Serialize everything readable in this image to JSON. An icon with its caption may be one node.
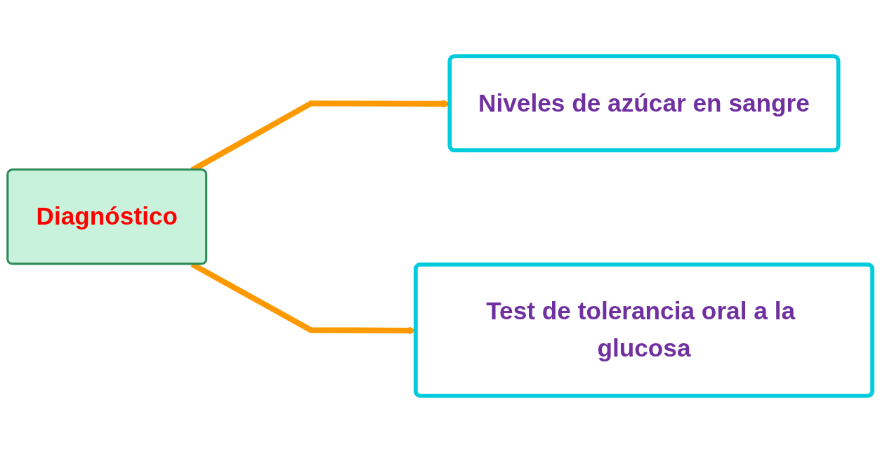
{
  "diagram": {
    "nodes": [
      {
        "text": [
          "Diagnóstico"
        ]
      },
      {
        "text": [
          "Niveles de azúcar en sangre"
        ]
      },
      {
        "text": [
          "Test de tolerancia oral a la glucosa"
        ]
      }
    ],
    "edges": [
      {
        "from": 0,
        "to": 1,
        "arrow": "to"
      },
      {
        "from": 0,
        "to": 2,
        "arrow": "to"
      }
    ]
  }
}
